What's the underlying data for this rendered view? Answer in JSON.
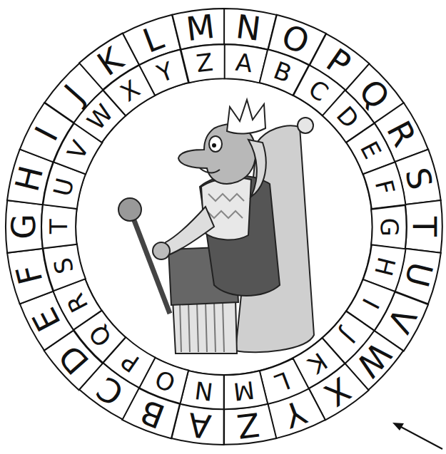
{
  "diagram": {
    "nodes": [
      {
        "text": [
          "A"
        ]
      },
      {
        "text": [
          "B"
        ]
      },
      {
        "text": [
          "C"
        ]
      },
      {
        "text": [
          "D"
        ]
      },
      {
        "text": [
          "E"
        ]
      },
      {
        "text": [
          "F"
        ]
      },
      {
        "text": [
          "G"
        ]
      },
      {
        "text": [
          "H"
        ]
      },
      {
        "text": [
          "I"
        ]
      },
      {
        "text": [
          "J"
        ]
      },
      {
        "text": [
          "K"
        ]
      },
      {
        "text": [
          "L"
        ]
      },
      {
        "text": [
          "M"
        ]
      },
      {
        "text": [
          "N"
        ]
      },
      {
        "text": [
          "O"
        ]
      },
      {
        "text": [
          "P"
        ]
      },
      {
        "text": [
          "Q"
        ]
      },
      {
        "text": [
          "R"
        ]
      },
      {
        "text": [
          "S"
        ]
      },
      {
        "text": [
          "T"
        ]
      },
      {
        "text": [
          "U"
        ]
      },
      {
        "text": [
          "V"
        ]
      },
      {
        "text": [
          "W"
        ]
      },
      {
        "text": [
          "X"
        ]
      },
      {
        "text": [
          "Y"
        ]
      },
      {
        "text": [
          "Z"
        ]
      },
      {
        "text": [
          "A"
        ]
      },
      {
        "text": [
          "B"
        ]
      },
      {
        "text": [
          "C"
        ]
      },
      {
        "text": [
          "D"
        ]
      },
      {
        "text": [
          "E"
        ]
      },
      {
        "text": [
          "F"
        ]
      },
      {
        "text": [
          "G"
        ]
      },
      {
        "text": [
          "H"
        ]
      },
      {
        "text": [
          "I"
        ]
      },
      {
        "text": [
          "J"
        ]
      },
      {
        "text": [
          "K"
        ]
      },
      {
        "text": [
          "L"
        ]
      },
      {
        "text": [
          "M"
        ]
      },
      {
        "text": [
          "N"
        ]
      },
      {
        "text": [
          "O"
        ]
      },
      {
        "text": [
          "P"
        ]
      },
      {
        "text": [
          "Q"
        ]
      },
      {
        "text": [
          "R"
        ]
      },
      {
        "text": [
          "S"
        ]
      },
      {
        "text": [
          "T"
        ]
      },
      {
        "text": [
          "U"
        ]
      },
      {
        "text": [
          "V"
        ]
      },
      {
        "text": [
          "W"
        ]
      },
      {
        "text": [
          "X"
        ]
      },
      {
        "text": [
          "Y"
        ]
      },
      {
        "text": [
          "Z"
        ]
      }
    ]
  }
}
